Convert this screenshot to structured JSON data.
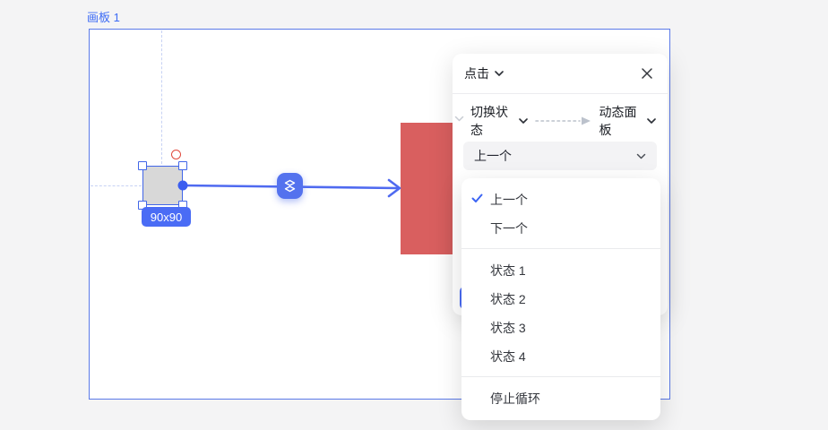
{
  "artboard": {
    "label": "画板 1"
  },
  "canvas": {
    "size_badge": "90x90",
    "icons": {
      "flow_badge": "state-switch-icon",
      "hotspot": "hotspot-circle"
    },
    "colors": {
      "accent_blue": "#4a6cf5",
      "connector_blue": "#4f6af0",
      "shape_fill": "#d8d8d8",
      "red_fill": "#d95f5f",
      "artboard_border": "#5b7ae8",
      "guide_dash": "#c7d2f4"
    }
  },
  "panel": {
    "trigger": {
      "label": "点击"
    },
    "action": {
      "label": "切换状态"
    },
    "target": {
      "label": "动态面板"
    },
    "state_select": {
      "value": "上一个"
    }
  },
  "menu": {
    "sections": [
      {
        "items": [
          {
            "label": "上一个",
            "selected": true
          },
          {
            "label": "下一个",
            "selected": false
          }
        ]
      },
      {
        "items": [
          {
            "label": "状态 1"
          },
          {
            "label": "状态 2"
          },
          {
            "label": "状态 3"
          },
          {
            "label": "状态 4"
          }
        ]
      },
      {
        "items": [
          {
            "label": "停止循环"
          }
        ]
      }
    ]
  }
}
